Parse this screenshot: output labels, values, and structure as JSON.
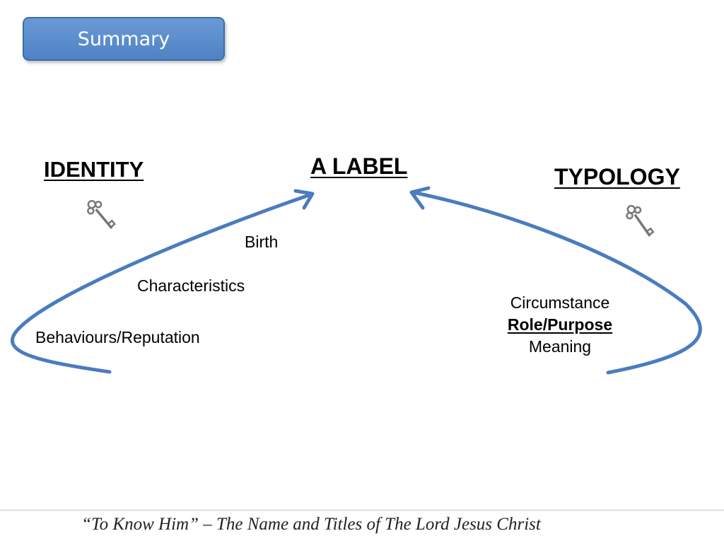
{
  "summary_button": {
    "label": "Summary",
    "color": "#5b8bcb"
  },
  "headings": {
    "identity": "IDENTITY",
    "label": "A LABEL",
    "typology": "TYPOLOGY"
  },
  "identity_items": {
    "birth": "Birth",
    "characteristics": "Characteristics",
    "behaviours": "Behaviours/Reputation"
  },
  "typology_items": {
    "circumstance": "Circumstance",
    "role_purpose": "Role/Purpose",
    "meaning": "Meaning"
  },
  "icons": {
    "left": "key-icon",
    "right": "key-icon"
  },
  "arrow_color": "#4a7cbe",
  "footer": {
    "text": "“To Know Him” –  The Name and Titles of The Lord Jesus Christ"
  }
}
